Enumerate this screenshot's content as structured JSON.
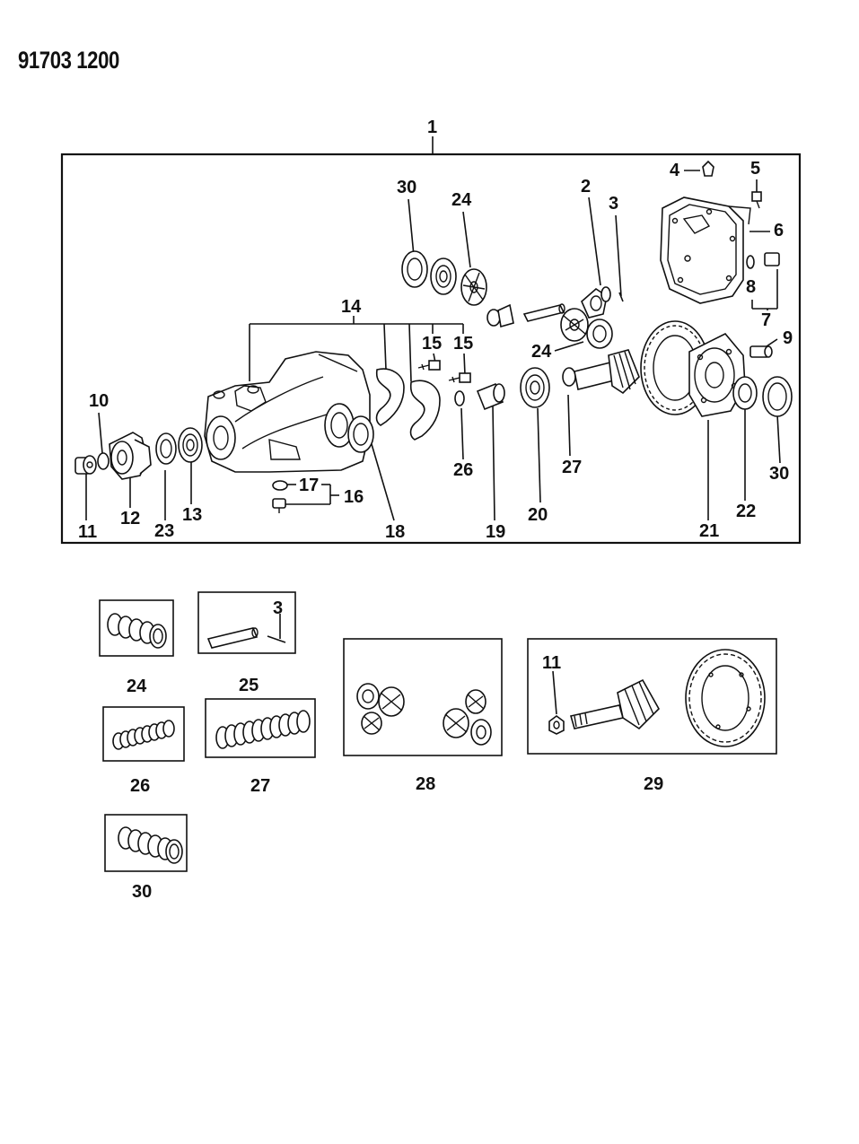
{
  "document": {
    "id": "91703 1200"
  },
  "assembly_number": "1",
  "callouts": {
    "c30a": "30",
    "c24a": "24",
    "c2": "2",
    "c3": "3",
    "c4": "4",
    "c5": "5",
    "c6": "6",
    "c8": "8",
    "c7": "7",
    "c9": "9",
    "c24b": "24",
    "c14": "14",
    "c15a": "15",
    "c15b": "15",
    "c10": "10",
    "c11a": "11",
    "c12": "12",
    "c23": "23",
    "c13": "13",
    "c17": "17",
    "c16": "16",
    "c18": "18",
    "c26a": "26",
    "c19": "19",
    "c20": "20",
    "c27a": "27",
    "c21": "21",
    "c22": "22",
    "c30b": "30"
  },
  "kits": [
    {
      "label": "24",
      "content": "bearing-rings"
    },
    {
      "label": "25",
      "content": "shaft-and-pin",
      "inner_callout": "3"
    },
    {
      "label": "26",
      "content": "shims"
    },
    {
      "label": "27",
      "content": "shims"
    },
    {
      "label": "28",
      "content": "gear-set"
    },
    {
      "label": "29",
      "content": "ring-and-pinion",
      "inner_callout": "11"
    },
    {
      "label": "30",
      "content": "bearing-rings"
    }
  ]
}
